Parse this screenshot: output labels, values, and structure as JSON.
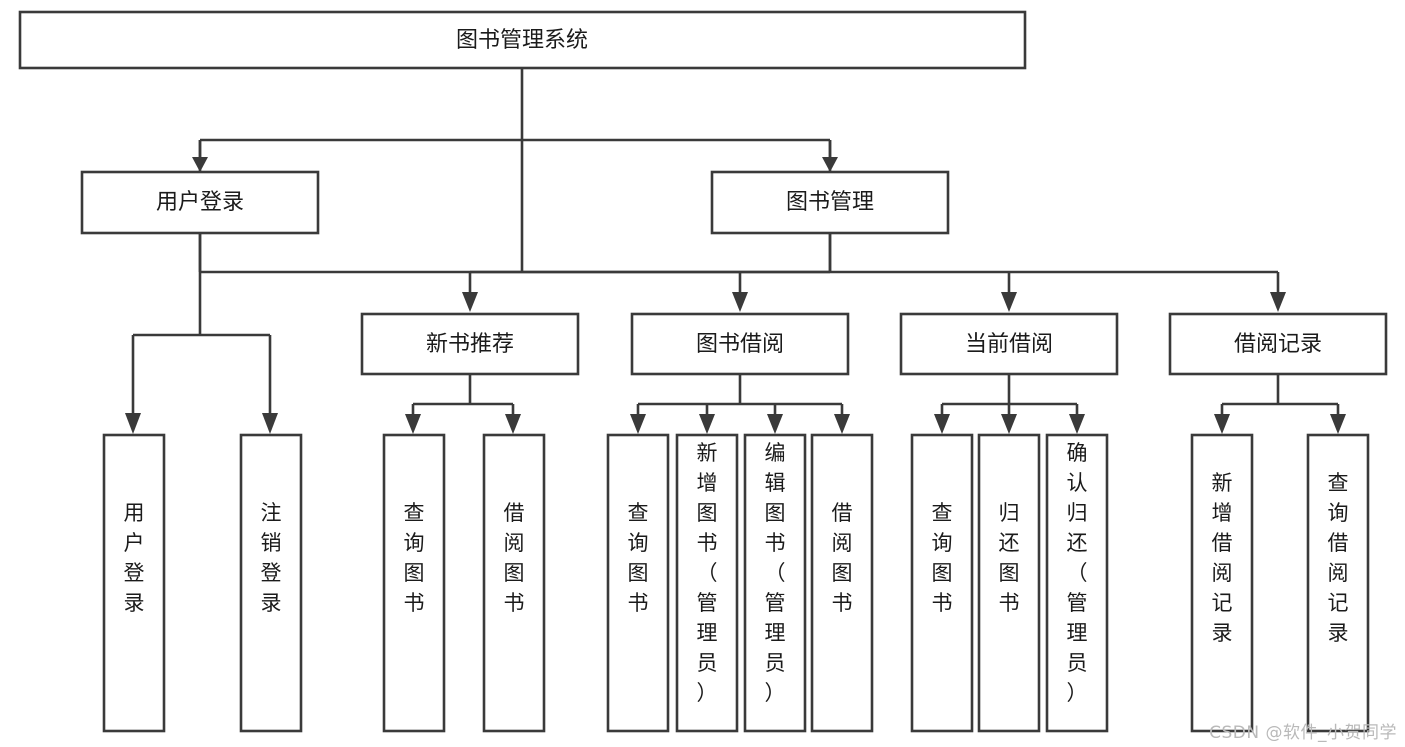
{
  "diagram": {
    "type": "tree",
    "title": "图书管理系统",
    "orientation": "top-down",
    "watermark": "CSDN @软件_小贺同学",
    "colors": {
      "stroke": "#3a3a3a",
      "fill": "#ffffff",
      "text": "#1b1b1b",
      "watermark": "#b9b9b9"
    },
    "root": {
      "id": "root",
      "label": "图书管理系统"
    },
    "level2": [
      {
        "id": "user-login",
        "label": "用户登录"
      },
      {
        "id": "book-manage",
        "label": "图书管理"
      }
    ],
    "level3": [
      {
        "id": "new-book-rec",
        "label": "新书推荐",
        "parent": "book-manage"
      },
      {
        "id": "book-borrow",
        "label": "图书借阅",
        "parent": "book-manage"
      },
      {
        "id": "current-borrow",
        "label": "当前借阅",
        "parent": "book-manage"
      },
      {
        "id": "borrow-record",
        "label": "借阅记录",
        "parent": "book-manage"
      }
    ],
    "leaves": {
      "user-login": [
        {
          "id": "leaf-user-login",
          "label": "用户登录"
        },
        {
          "id": "leaf-user-logout",
          "label": "注销登录"
        }
      ],
      "new-book-rec": [
        {
          "id": "leaf-query-book-1",
          "label": "查询图书"
        },
        {
          "id": "leaf-borrow-book-1",
          "label": "借阅图书"
        }
      ],
      "book-borrow": [
        {
          "id": "leaf-query-book-2",
          "label": "查询图书"
        },
        {
          "id": "leaf-add-book",
          "label": "新增图书（管理员）"
        },
        {
          "id": "leaf-edit-book",
          "label": "编辑图书（管理员）"
        },
        {
          "id": "leaf-borrow-book-2",
          "label": "借阅图书"
        }
      ],
      "current-borrow": [
        {
          "id": "leaf-query-book-3",
          "label": "查询图书"
        },
        {
          "id": "leaf-return-book",
          "label": "归还图书"
        },
        {
          "id": "leaf-confirm-return",
          "label": "确认归还（管理员）"
        }
      ],
      "borrow-record": [
        {
          "id": "leaf-add-record",
          "label": "新增借阅记录"
        },
        {
          "id": "leaf-query-record",
          "label": "查询借阅记录"
        }
      ]
    }
  }
}
